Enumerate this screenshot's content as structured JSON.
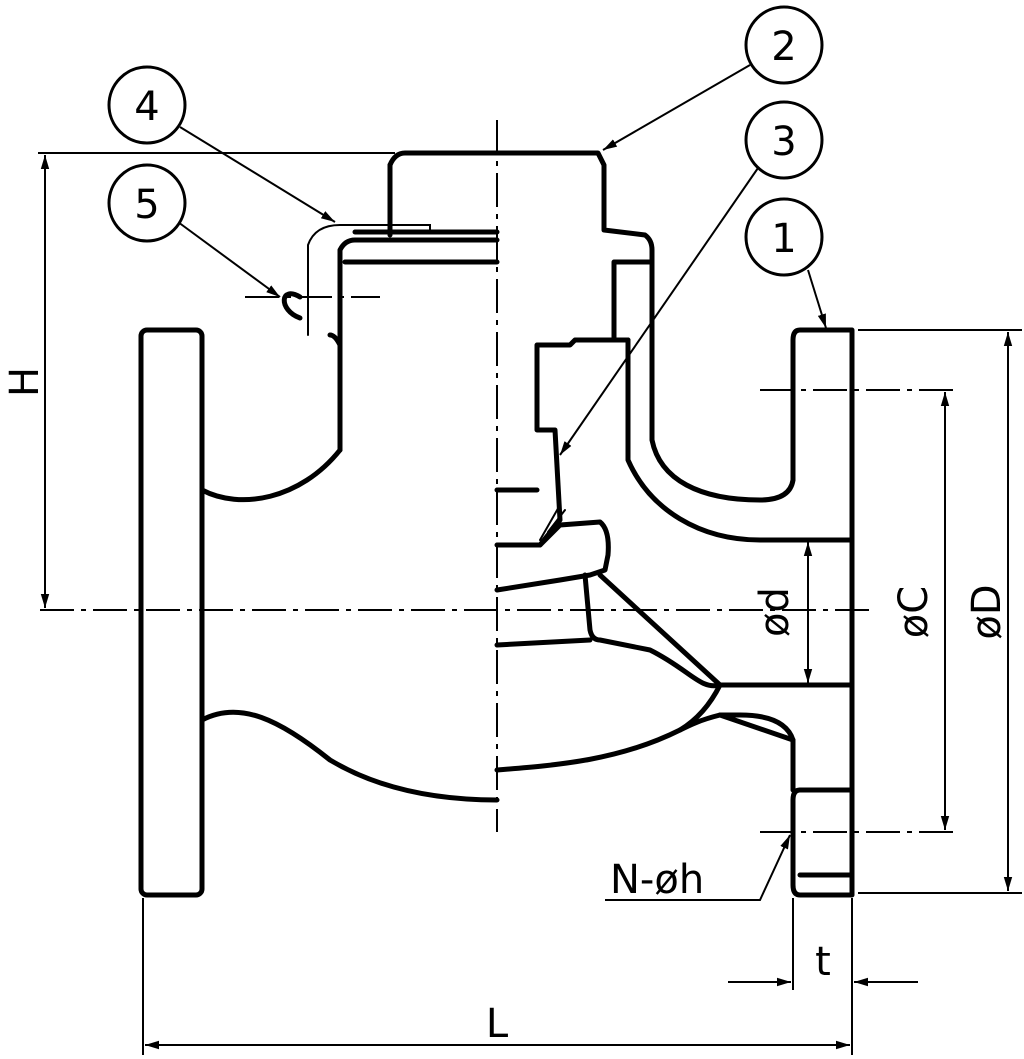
{
  "callouts": [
    "1",
    "2",
    "3",
    "4",
    "5"
  ],
  "dimensions": {
    "height": "H",
    "length": "L",
    "thickness": "t",
    "bore": "ød",
    "bolt_circle": "øC",
    "flange_diameter": "øD",
    "holes": "N-øh"
  }
}
